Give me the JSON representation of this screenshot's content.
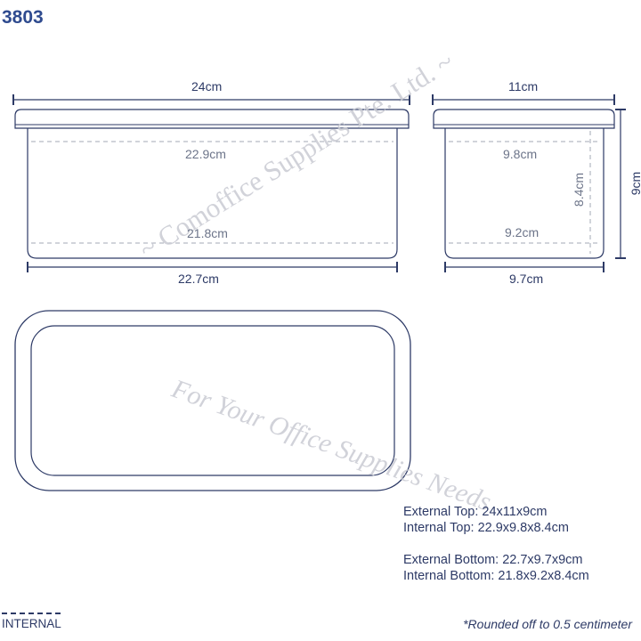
{
  "model": "3803",
  "dimensions": {
    "side_external_top": "24cm",
    "side_internal_top": "22.9cm",
    "side_internal_bottom": "21.8cm",
    "side_external_bottom": "22.7cm",
    "end_external_top": "11cm",
    "end_internal_top": "9.8cm",
    "end_internal_height": "8.4cm",
    "end_internal_bottom": "9.2cm",
    "end_external_bottom": "9.7cm",
    "end_external_height": "9cm"
  },
  "watermark": {
    "company": "~ Comoffice Supplies Pte. Ltd. ~",
    "tagline": "For Your Office Supplies Needs"
  },
  "specs": [
    "External Top: 24x11x9cm",
    "Internal Top: 22.9x9.8x8.4cm",
    "External Bottom: 22.7x9.7x9cm",
    "Internal Bottom: 21.8x9.2x8.4cm"
  ],
  "legend": {
    "label": "INTERNAL"
  },
  "footnote": "*Rounded off to 0.5 centimeter",
  "colors": {
    "line": "#2d3a66",
    "dashed": "#a3a8b6",
    "title": "#2f4b8f",
    "watermark": "#c9cbd3"
  }
}
